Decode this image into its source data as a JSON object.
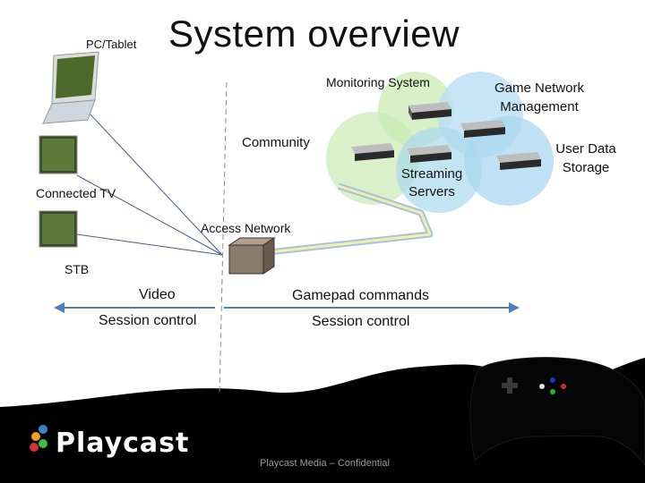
{
  "title": "System overview",
  "devices": {
    "pc_tablet": "PC/Tablet",
    "connected_tv": "Connected TV",
    "stb": "STB"
  },
  "network": {
    "monitoring_system": "Monitoring System",
    "game_network_management": "Game Network Management",
    "user_data_storage": "User Data Storage",
    "community": "Community",
    "streaming_servers": "Streaming Servers",
    "access_network": "Access Network"
  },
  "flows": {
    "left": {
      "line1": "Video",
      "line2": "Session control"
    },
    "right": {
      "line1": "Gamepad commands",
      "line2": "Session control"
    }
  },
  "footer": {
    "brand": "Playcast",
    "confidential": "Playcast Media – Confidential"
  },
  "colors": {
    "arrow": "#4f7fb6",
    "footer_bg": "#000000",
    "circle_green": "#c9eab4",
    "circle_blue": "#a9d6f2",
    "pipe_yellow": "#f1f2a0",
    "pipe_blue": "#9fb8e8"
  }
}
